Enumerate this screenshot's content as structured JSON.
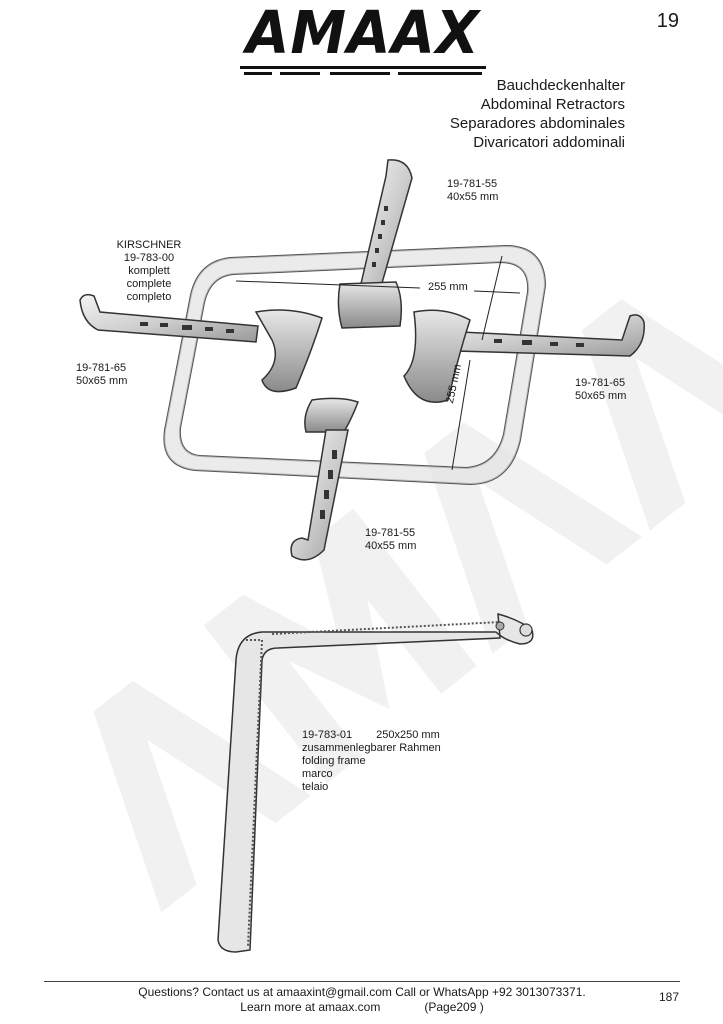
{
  "header": {
    "logo_text": "AMAAX",
    "page_number": "19"
  },
  "titles": [
    "Bauchdeckenhalter",
    "Abdominal Retractors",
    "Separadores abdominales",
    "Divaricatori addominali"
  ],
  "labels": {
    "top_blade": {
      "code": "19-781-55",
      "size": "40x55 mm"
    },
    "kirschner": {
      "name": "KIRSCHNER",
      "code": "19-783-00",
      "de": "komplett",
      "en": "complete",
      "es": "completo"
    },
    "left_blade": {
      "code": "19-781-65",
      "size": "50x65 mm"
    },
    "right_blade": {
      "code": "19-781-65",
      "size": "50x65 mm"
    },
    "bottom_blade": {
      "code": "19-781-55",
      "size": "40x55 mm"
    },
    "dim_horizontal": "255 mm",
    "dim_vertical": "255 mm",
    "frame": {
      "code": "19-783-01",
      "size": "250x250 mm",
      "de": "zusammenlegbarer Rahmen",
      "en": "folding frame",
      "es": "marco",
      "it": "telaio"
    }
  },
  "footer": {
    "line1": "Questions? Contact us at amaaxint@gmail.com Call or WhatsApp +92 3013073371.",
    "line2a": "Learn more at amaax.com",
    "line2b": "(Page209 )",
    "page_right": "187"
  }
}
